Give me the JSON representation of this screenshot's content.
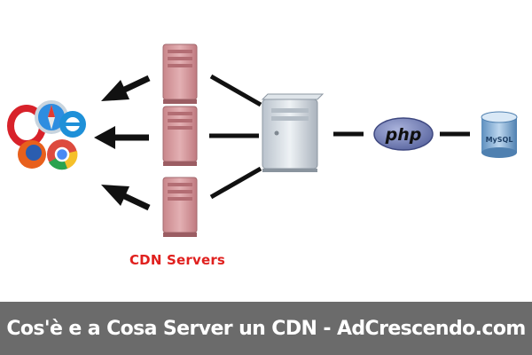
{
  "diagram": {
    "cdn_label": "CDN Servers",
    "php_logo_text": "php",
    "mysql_logo_text": "MySQL",
    "nodes": [
      {
        "id": "browsers",
        "icon": "browser-logos-icon"
      },
      {
        "id": "cdn-server-top",
        "icon": "server-tower-icon"
      },
      {
        "id": "cdn-server-middle",
        "icon": "server-tower-icon"
      },
      {
        "id": "cdn-server-bottom",
        "icon": "server-tower-icon"
      },
      {
        "id": "origin-server",
        "icon": "server-tower-icon"
      },
      {
        "id": "php",
        "icon": "php-logo-icon"
      },
      {
        "id": "mysql",
        "icon": "mysql-database-icon"
      }
    ],
    "colors": {
      "cdn_server": "#d99a9e",
      "origin_server": "#d7dee5",
      "connector": "#111111",
      "cdn_label": "#e0201e",
      "php_oval": "#7a86b8",
      "mysql_db": "#8fb4d6"
    }
  },
  "footer": {
    "title": "Cos'è e a Cosa Server un CDN - AdCrescendo.com",
    "background": "#6b6b6b"
  }
}
